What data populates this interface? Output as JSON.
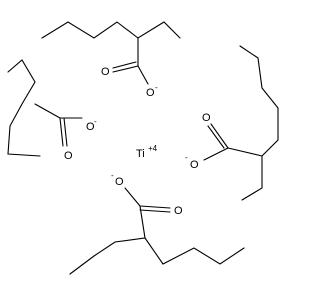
{
  "structure": {
    "metal": {
      "symbol": "Ti",
      "charge": "+4"
    },
    "ligands": [
      {
        "oxygen": "O",
        "oxide": "O",
        "charge": "-"
      },
      {
        "oxygen": "O",
        "oxide": "O",
        "charge": "-"
      },
      {
        "oxygen": "O",
        "oxide": "O",
        "charge": "-"
      },
      {
        "oxygen": "O",
        "oxide": "O",
        "charge": "-"
      }
    ]
  }
}
